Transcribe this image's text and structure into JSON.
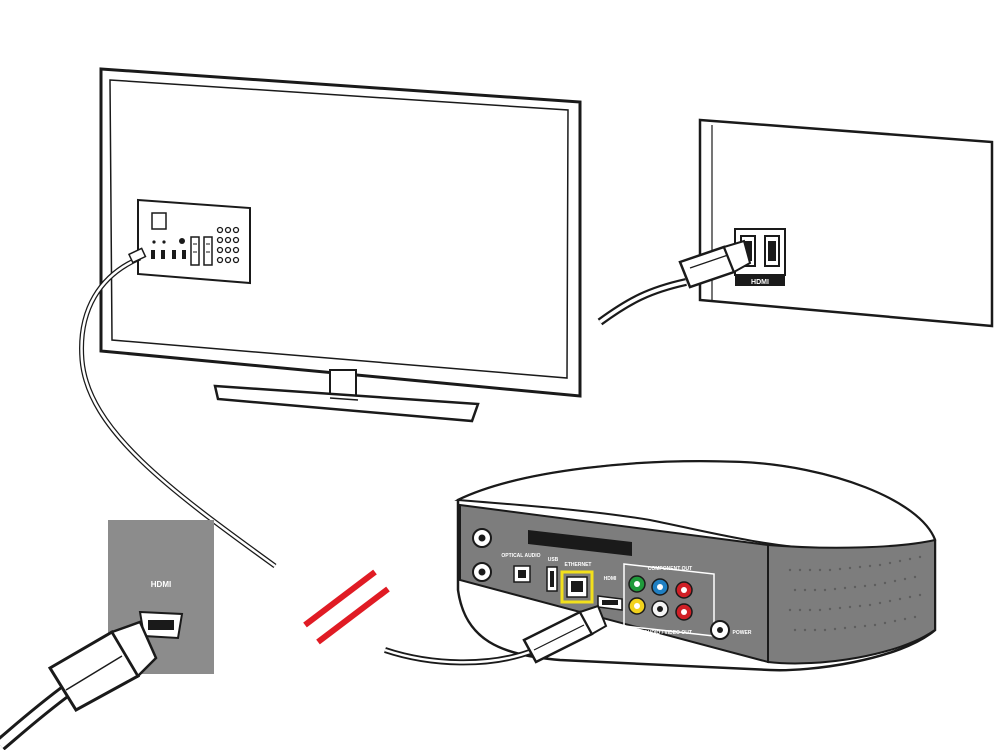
{
  "labels": {
    "hdmi_panel": "HDMI",
    "hdmi_closeup": "HDMI",
    "usb": "USB",
    "optical": "OPTICAL AUDIO",
    "ethernet": "ETHERNET",
    "hdmi_box": "HDMI",
    "component_out": "COMPONENT OUT",
    "av_out": "AUDIO / VIDEO OUT",
    "power": "POWER"
  },
  "colors": {
    "stroke": "#1a1a1a",
    "panel_gray": "#8c8c8c",
    "box_gray": "#7d7d7d",
    "ethernet_highlight": "#f2e01c",
    "no_connection": "#e01b24",
    "rca_green": "#1f9a3b",
    "rca_blue": "#1f7fc2",
    "rca_red": "#d01f26",
    "rca_yellow": "#f2d21c",
    "rca_white": "#f4f4f4"
  },
  "icons": [
    "tv-icon",
    "hdmi-plug-icon",
    "set-top-box-icon",
    "no-connection-icon"
  ]
}
